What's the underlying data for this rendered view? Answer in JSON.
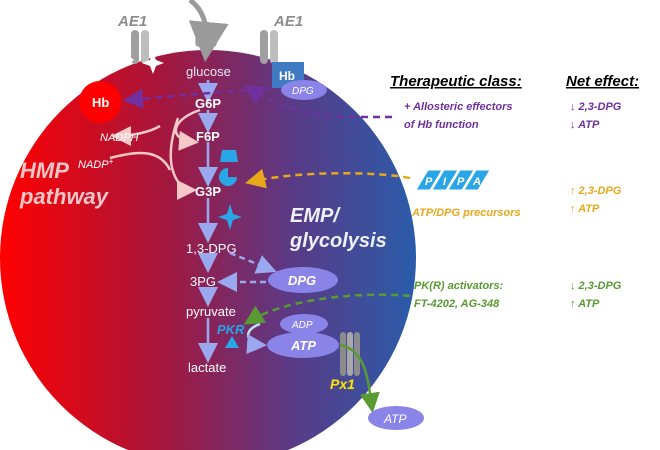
{
  "transporters": {
    "left": "AE1",
    "right": "AE1"
  },
  "cell": {
    "glucose": "glucose",
    "g6p": "G6P",
    "f6p": "F6P",
    "g3p": "G3P",
    "bpg": "1,3-DPG",
    "pg3": "3PG",
    "pyruvate": "pyruvate",
    "lactate": "lactate",
    "nadph": "NADPH",
    "nadp": "NADP",
    "nadp_sup": "+",
    "hb_free": "Hb",
    "hb_box": "Hb",
    "dpg_top": "DPG",
    "dpg_mid": "DPG",
    "adp": "ADP",
    "atp_in": "ATP",
    "pkr": "PKR",
    "px1": "Px1",
    "atp_out": "ATP",
    "hmp_line1": "HMP",
    "hmp_line2": "pathway",
    "emp_line1": "EMP/",
    "emp_line2": "glycolysis"
  },
  "header": {
    "class_title": "Therapeutic class:",
    "effect_title": "Net effect:"
  },
  "classes": {
    "allosteric_line1": "+ Allosteric effectors",
    "allosteric_line2": "of Hb function",
    "allosteric_eff1": "↓ 2,3-DPG",
    "allosteric_eff2": "↓ ATP",
    "precursor_boxes": [
      "P",
      "I",
      "P",
      "A"
    ],
    "precursors": "ATP/DPG precursors",
    "precursor_eff1": "↑ 2,3-DPG",
    "precursor_eff2": "↑ ATP",
    "pk_line1": "PK(R) activators:",
    "pk_line2": "FT-4202, AG-348",
    "pk_eff1": "↓ 2,3-DPG",
    "pk_eff2": "↑ ATP"
  },
  "colors": {
    "red": "#ff0000",
    "blue": "#2a5caa",
    "pathway": "#9aa8f0",
    "purple": "#7030a0",
    "orange": "#e8a81c",
    "green": "#5a9a32",
    "hb_red": "#ff0000",
    "hb_box": "#3f7ac2",
    "dpg_oval": "#8a84e8",
    "cyan": "#2aa6e6",
    "px1_yellow": "#ffe400"
  }
}
